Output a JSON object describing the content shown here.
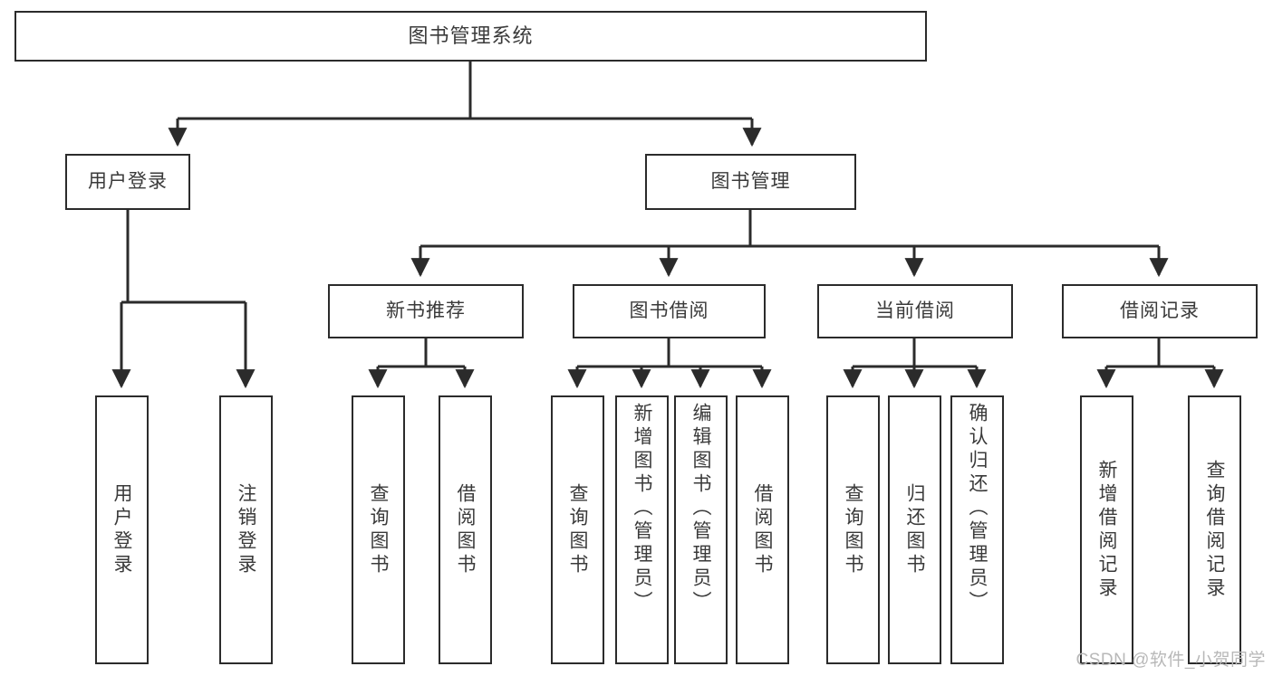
{
  "diagram": {
    "type": "tree-hierarchy",
    "title": "图书管理系统",
    "watermark": "CSDN @软件_小贺同学",
    "colors": {
      "box_border": "#2b2b2b",
      "box_fill": "#ffffff",
      "text": "#3a3a3a",
      "edge": "#2b2b2b",
      "watermark": "#b8b8b8",
      "background": "#ffffff"
    },
    "root": {
      "label": "图书管理系统"
    },
    "level2": [
      {
        "label": "用户登录"
      },
      {
        "label": "图书管理"
      }
    ],
    "level3": [
      {
        "label": "新书推荐"
      },
      {
        "label": "图书借阅"
      },
      {
        "label": "当前借阅"
      },
      {
        "label": "借阅记录"
      }
    ],
    "leaves": {
      "user_login": [
        {
          "label": "用户登录"
        },
        {
          "label": "注销登录"
        }
      ],
      "new_book_rec": [
        {
          "label": "查询图书"
        },
        {
          "label": "借阅图书"
        }
      ],
      "book_borrow": [
        {
          "label": "查询图书"
        },
        {
          "label": "新增图书（管理员）"
        },
        {
          "label": "编辑图书（管理员）"
        },
        {
          "label": "借阅图书"
        }
      ],
      "current_borrow": [
        {
          "label": "查询图书"
        },
        {
          "label": "归还图书"
        },
        {
          "label": "确认归还（管理员）"
        }
      ],
      "borrow_record": [
        {
          "label": "新增借阅记录"
        },
        {
          "label": "查询借阅记录"
        }
      ]
    }
  }
}
